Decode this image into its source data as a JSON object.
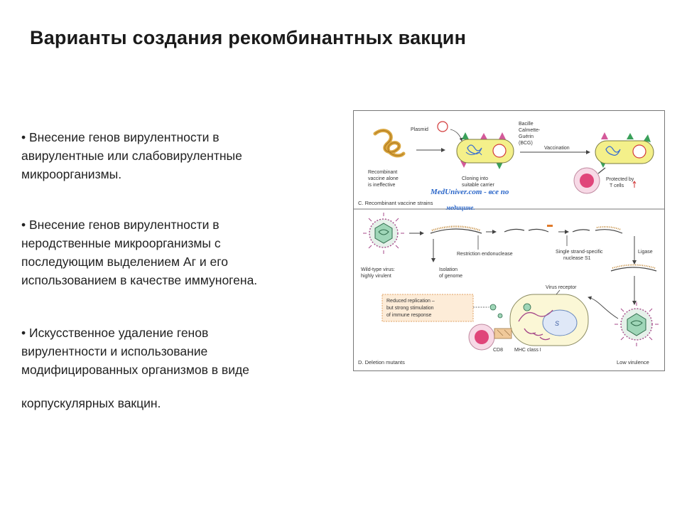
{
  "slide": {
    "title": "Варианты создания рекомбинантных вакцин",
    "bullets": [
      {
        "lines": [
          "• Внесение генов вирулентности в",
          "авирулентные или слабовирулентные",
          "микроорганизмы."
        ]
      },
      {
        "lines": [
          "• Внесение генов вирулентности в",
          "неродственные микроорганизмы с",
          "последующим выделением Аг и его",
          "использованием в качестве иммуногена."
        ]
      },
      {
        "lines": [
          "• Искусственное удаление генов",
          "вирулентности и использование",
          "модифицированных организмов в виде"
        ]
      },
      {
        "lines": [
          "корпускулярных вакцин."
        ]
      }
    ]
  },
  "figure": {
    "panel_c": {
      "caption": "C. Recombinant vaccine strains",
      "labels": {
        "plasmid": "Plasmid",
        "bcg_1": "Bacille",
        "bcg_2": "Calmette-",
        "bcg_3": "Guérin",
        "bcg_4": "(BCG)",
        "vaccination": "Vaccination",
        "recombinant_1": "Recombinant",
        "recombinant_2": "vaccine alone",
        "recombinant_3": "is ineffective",
        "cloning_1": "Cloning into",
        "cloning_2": "suitable carrier",
        "protected_1": "Protected by",
        "protected_2": "T cells"
      },
      "watermark_1": "MedUniver.com - все по",
      "watermark_2": "медицине."
    },
    "panel_d": {
      "caption": "D. Deletion mutants",
      "labels": {
        "restriction": "Restriction endonuclease",
        "single_1": "Single strand-specific",
        "single_2": "nuclease S1",
        "ligase": "Ligase",
        "wild_1": "Wild-type virus:",
        "wild_2": "highly virulent",
        "isolation_1": "Isolation",
        "isolation_2": "of genome",
        "virus_receptor": "Virus receptor",
        "reduced_1": "Reduced replication –",
        "reduced_2": "but strong stimulation",
        "reduced_3": "of immune response",
        "cd8": "CD8",
        "mhc": "MHC class I",
        "low": "Low virulence"
      }
    }
  }
}
